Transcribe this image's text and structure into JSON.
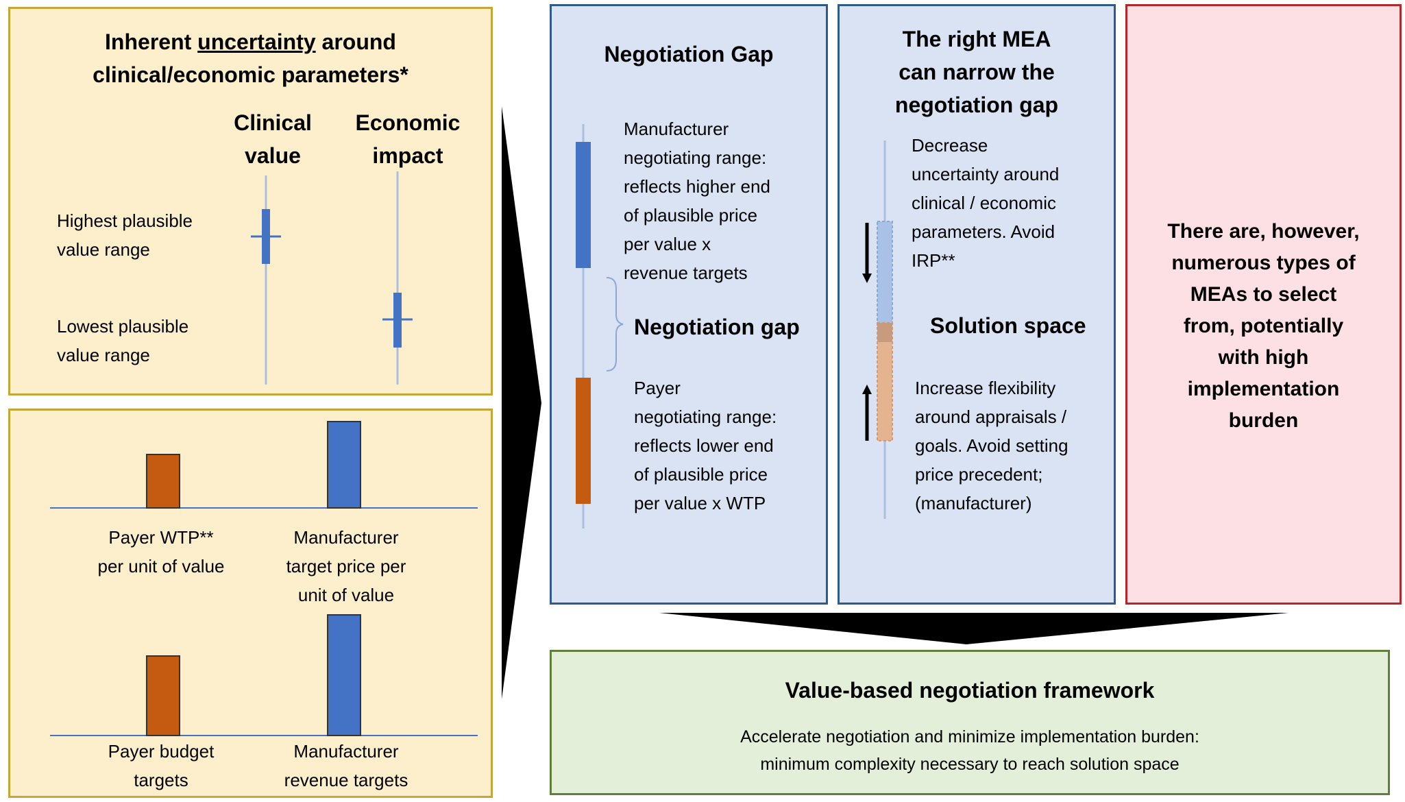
{
  "uncertainty_panel": {
    "title_line1_pre": "Inherent ",
    "title_line1_underlined": "uncertainty",
    "title_line1_post": " around",
    "title_line2": "clinical/economic parameters*",
    "col_clinical_line1": "Clinical",
    "col_clinical_line2": "value",
    "col_economic_line1": "Economic",
    "col_economic_line2": "impact",
    "row_high_line1": "Highest plausible",
    "row_high_line2": "value range",
    "row_low_line1": "Lowest plausible",
    "row_low_line2": "value range"
  },
  "targets_panel": {
    "payer_wtp_line1": "Payer WTP**",
    "payer_wtp_line2": "per unit of value",
    "mfr_price_line1": "Manufacturer",
    "mfr_price_line2": "target price per",
    "mfr_price_line3": "unit of value",
    "payer_budget_line1": "Payer budget",
    "payer_budget_line2": "targets",
    "mfr_revenue_line1": "Manufacturer",
    "mfr_revenue_line2": "revenue targets"
  },
  "gap_panel": {
    "title": "Negotiation Gap",
    "mfr_lines": [
      "Manufacturer",
      "negotiating range:",
      "reflects higher end",
      "of plausible price",
      "per value x",
      "revenue targets"
    ],
    "gap_label": "Negotiation gap",
    "payer_lines": [
      "Payer",
      "negotiating range:",
      "reflects lower end",
      "of plausible price",
      "per value x WTP"
    ]
  },
  "mea_panel": {
    "title_lines": [
      "The right MEA",
      "can narrow the",
      "negotiation gap"
    ],
    "top_lines": [
      "Decrease",
      "uncertainty around",
      "clinical / economic",
      "parameters. Avoid",
      "IRP**"
    ],
    "solution_label": "Solution space",
    "bottom_lines": [
      "Increase flexibility",
      "around appraisals /",
      "goals. Avoid setting",
      "price precedent;",
      "(manufacturer)"
    ]
  },
  "note_panel": {
    "lines": [
      "There are, however,",
      "numerous types of",
      "MEAs to select",
      "from, potentially",
      "with high",
      "implementation",
      "burden"
    ]
  },
  "framework_panel": {
    "title": "Value-based negotiation framework",
    "line1": "Accelerate negotiation and minimize implementation burden:",
    "line2": "minimum complexity necessary to reach solution space"
  },
  "colors": {
    "blue_bar": "#4472c4",
    "orange_bar": "#c55a11",
    "light_blue_bar": "#a9c1e6",
    "light_orange_bar": "#e4b491",
    "axis_line": "#a9bfe0"
  },
  "icons": [
    "big-right-arrow",
    "big-down-arrow",
    "down-arrow-icon",
    "up-arrow-icon"
  ]
}
